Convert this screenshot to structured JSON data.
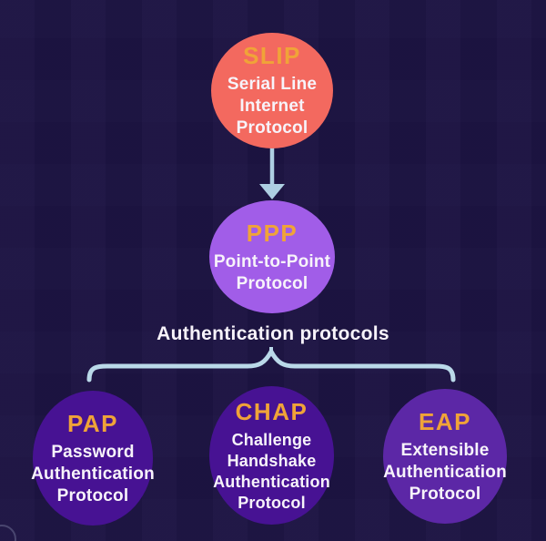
{
  "palette": {
    "background": "#1c1343",
    "connector": "#aecfe2",
    "brace": "#bad9e9",
    "accent_title": "#f0a338",
    "body_text": "#f7f3fa",
    "slip_fill": "#f3695f",
    "ppp_fill": "#a15de8",
    "pap_fill": "#471293",
    "chap_fill": "#471293",
    "eap_fill": "#5c27a6"
  },
  "labels": {
    "group": "Authentication protocols"
  },
  "nodes": {
    "slip": {
      "abbr": "SLIP",
      "lines": [
        "Serial Line",
        "Internet",
        "Protocol"
      ]
    },
    "ppp": {
      "abbr": "PPP",
      "lines": [
        "Point-to-Point",
        "Protocol"
      ]
    },
    "pap": {
      "abbr": "PAP",
      "lines": [
        "Password",
        "Authentication",
        "Protocol"
      ]
    },
    "chap": {
      "abbr": "CHAP",
      "lines": [
        "Challenge",
        "Handshake",
        "Authentication",
        "Protocol"
      ]
    },
    "eap": {
      "abbr": "EAP",
      "lines": [
        "Extensible",
        "Authentication",
        "Protocol"
      ]
    }
  }
}
